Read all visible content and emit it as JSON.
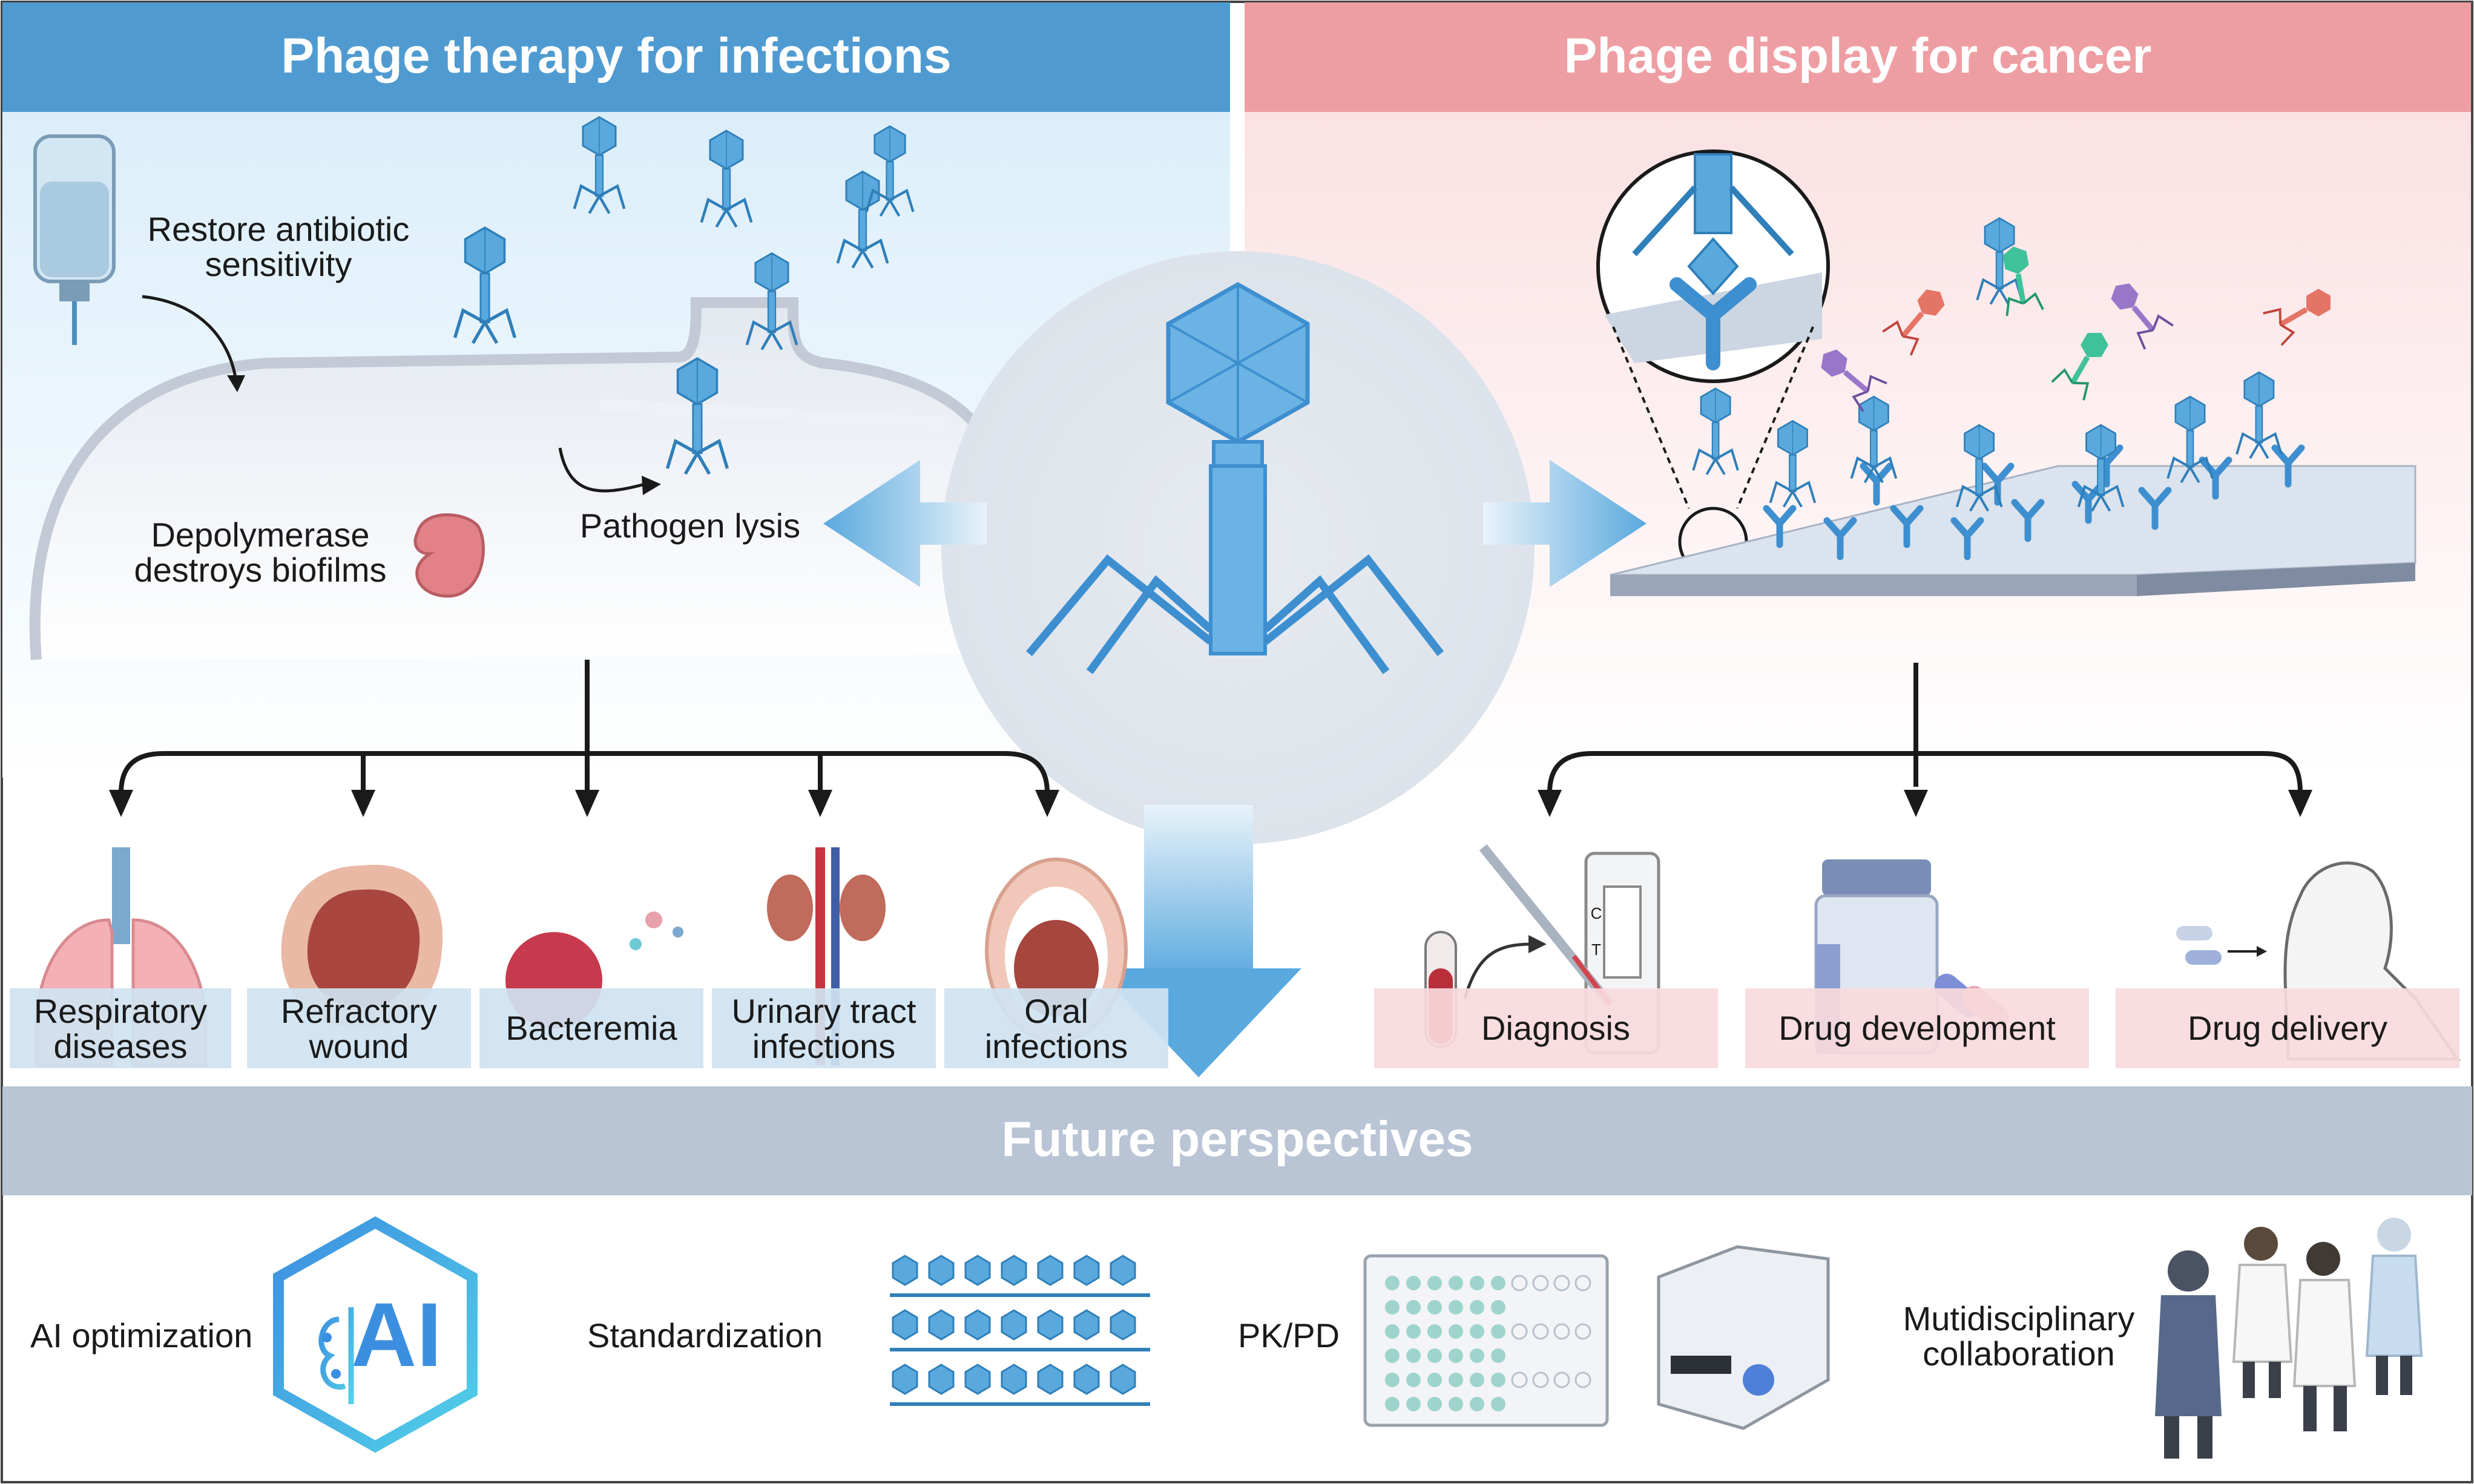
{
  "colors": {
    "therapy_header": "#4f9bd1",
    "display_header": "#ee9ea3",
    "future_bar": "#b9c4d5",
    "phage_blue": "#5aa9de",
    "label_blue_box": "#cfe3f1",
    "label_pink_box": "#f8dadd",
    "antibody_blue": "#3d8fd0",
    "depolymerase": "#e28288"
  },
  "headers": {
    "therapy": "Phage therapy for infections",
    "display": "Phage display for cancer",
    "future": "Future perspectives"
  },
  "therapy_panel": {
    "restore": "Restore antibiotic\nsensitivity",
    "depolymerase": "Depolymerase\ndestroys biofilms",
    "lysis": "Pathogen lysis"
  },
  "infections": [
    {
      "label": "Respiratory\ndiseases",
      "icon": "lungs-icon"
    },
    {
      "label": "Refractory\nwound",
      "icon": "wound-icon"
    },
    {
      "label": "Bacteremia",
      "icon": "blood-cell-icon"
    },
    {
      "label": "Urinary tract\ninfections",
      "icon": "kidney-icon"
    },
    {
      "label": "Oral\ninfections",
      "icon": "mouth-icon"
    }
  ],
  "cancer_apps": [
    {
      "label": "Diagnosis",
      "icon": "test-strip-icon"
    },
    {
      "label": "Drug development",
      "icon": "drug-bottle-icon"
    },
    {
      "label": "Drug delivery",
      "icon": "patient-pill-icon"
    }
  ],
  "strip_letters": {
    "c": "C",
    "t": "T"
  },
  "future": {
    "ai": "AI optimization",
    "ai_logo": "AI",
    "standardization": "Standardization",
    "pkpd": "PK/PD",
    "multi": "Mutidisciplinary\ncollaboration"
  }
}
